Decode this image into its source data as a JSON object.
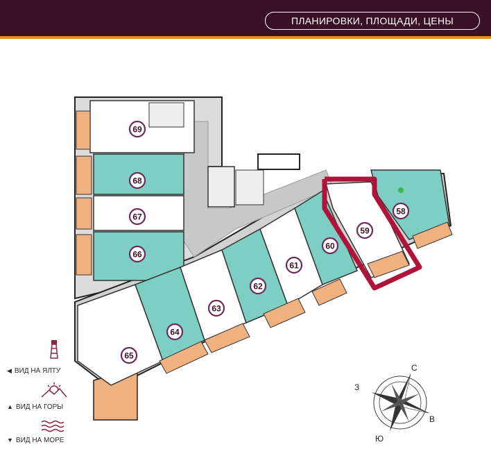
{
  "header": {
    "title": "ПЛАНИРОВКИ, ПЛОЩАДИ, ЦЕНЫ"
  },
  "colors": {
    "header_bg": "#3a1024",
    "accent": "#e58a26",
    "apartment_teal": "#7ccfc2",
    "corridor": "#c8c8c8",
    "balcony": "#f0b181",
    "highlight": "#b0123a",
    "badge_border": "#6b2a5a"
  },
  "apartments": [
    {
      "number": "69",
      "selected": false
    },
    {
      "number": "68",
      "selected": false
    },
    {
      "number": "67",
      "selected": false
    },
    {
      "number": "66",
      "selected": false
    },
    {
      "number": "65",
      "selected": false
    },
    {
      "number": "64",
      "selected": false
    },
    {
      "number": "63",
      "selected": false
    },
    {
      "number": "62",
      "selected": false
    },
    {
      "number": "61",
      "selected": false
    },
    {
      "number": "60",
      "selected": false
    },
    {
      "number": "59",
      "selected": true
    },
    {
      "number": "58",
      "selected": false
    }
  ],
  "legend": [
    {
      "arrow": "◀",
      "label": "ВИД НА ЯЛТУ",
      "icon": "lighthouse-icon"
    },
    {
      "arrow": "▲",
      "label": "ВИД НА ГОРЫ",
      "icon": "mountain-sun-icon"
    },
    {
      "arrow": "▼",
      "label": "ВИД НА МОРЕ",
      "icon": "waves-icon"
    }
  ],
  "compass": {
    "north": "С",
    "east": "В",
    "south": "Ю",
    "west": "З",
    "icon": "compass-rose-icon"
  }
}
